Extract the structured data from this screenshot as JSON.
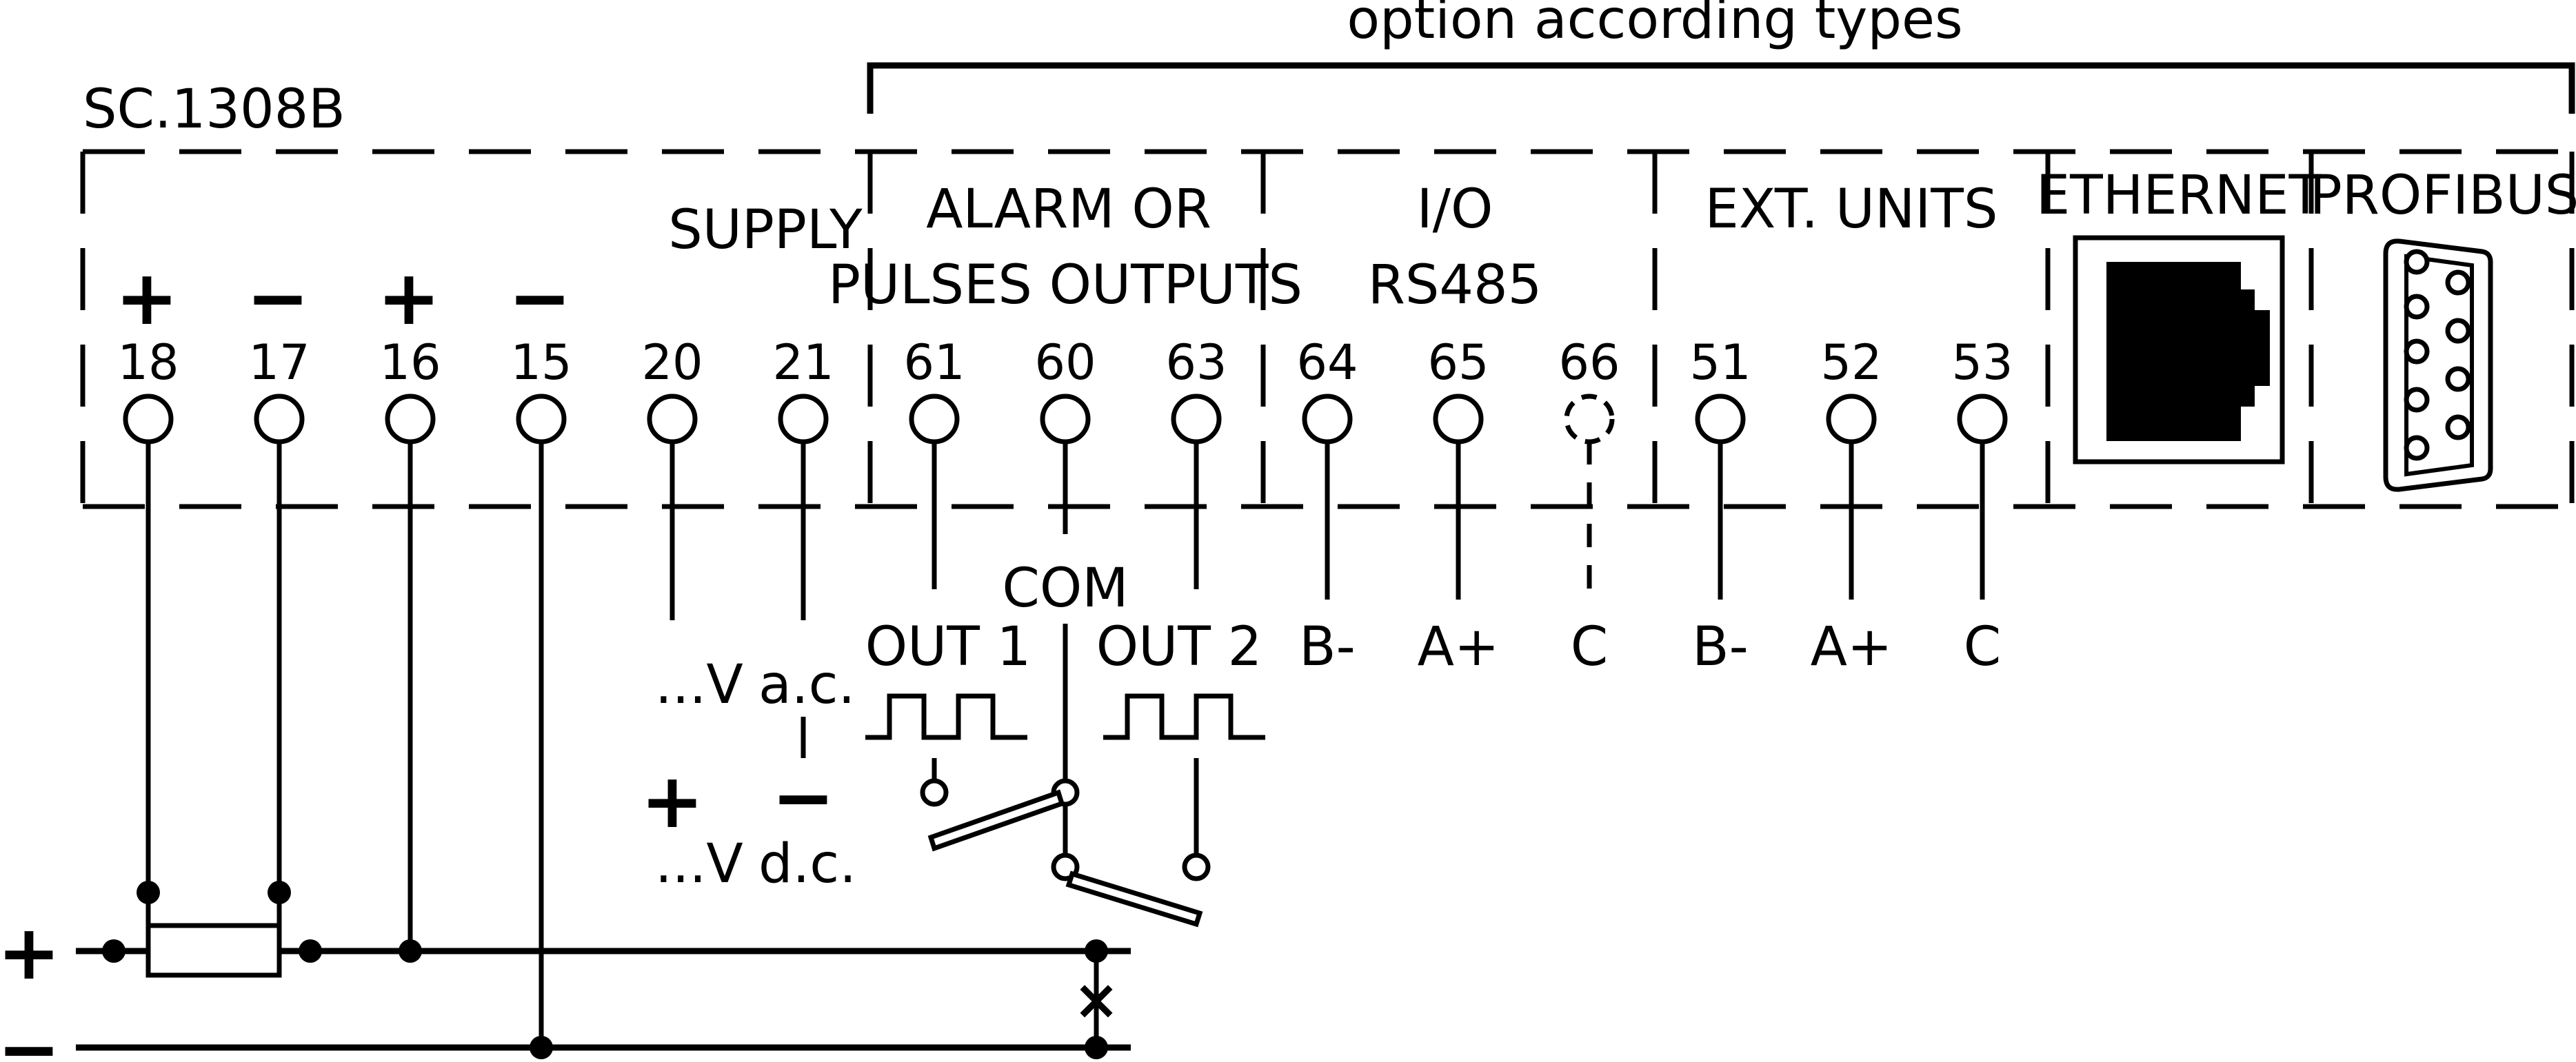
{
  "device": {
    "model": "SC.1308B"
  },
  "option_bracket": {
    "label": "option according types"
  },
  "sections": {
    "supply": "SUPPLY",
    "alarm_line1": "ALARM OR",
    "alarm_line2": "PULSES OUTPUTS",
    "io_line1": "I/O",
    "io_line2": "RS485",
    "ext_units": "EXT. UNITS",
    "ethernet": "ETHERNET",
    "profibus": "PROFIBUS"
  },
  "polarity": {
    "t18": "+",
    "t17": "−",
    "t16": "+",
    "t15": "−"
  },
  "terminals": {
    "t18": "18",
    "t17": "17",
    "t16": "16",
    "t15": "15",
    "t20": "20",
    "t21": "21",
    "t61": "61",
    "t60": "60",
    "t63": "63",
    "t64": "64",
    "t65": "65",
    "t66": "66",
    "t51": "51",
    "t52": "52",
    "t53": "53"
  },
  "supply_labels": {
    "ac_v": "...V",
    "ac": "a.c.",
    "plus": "+",
    "minus": "−",
    "dc_v": "...V",
    "dc": "d.c."
  },
  "outputs": {
    "com": "COM",
    "out1": "OUT 1",
    "out2": "OUT 2"
  },
  "bus_io": {
    "b": "B-",
    "a": "A+",
    "c": "C"
  },
  "bus_ext": {
    "b": "B-",
    "a": "A+",
    "c": "C"
  },
  "rails": {
    "plus": "+",
    "minus": "−"
  },
  "cross": {
    "mark": "×"
  }
}
